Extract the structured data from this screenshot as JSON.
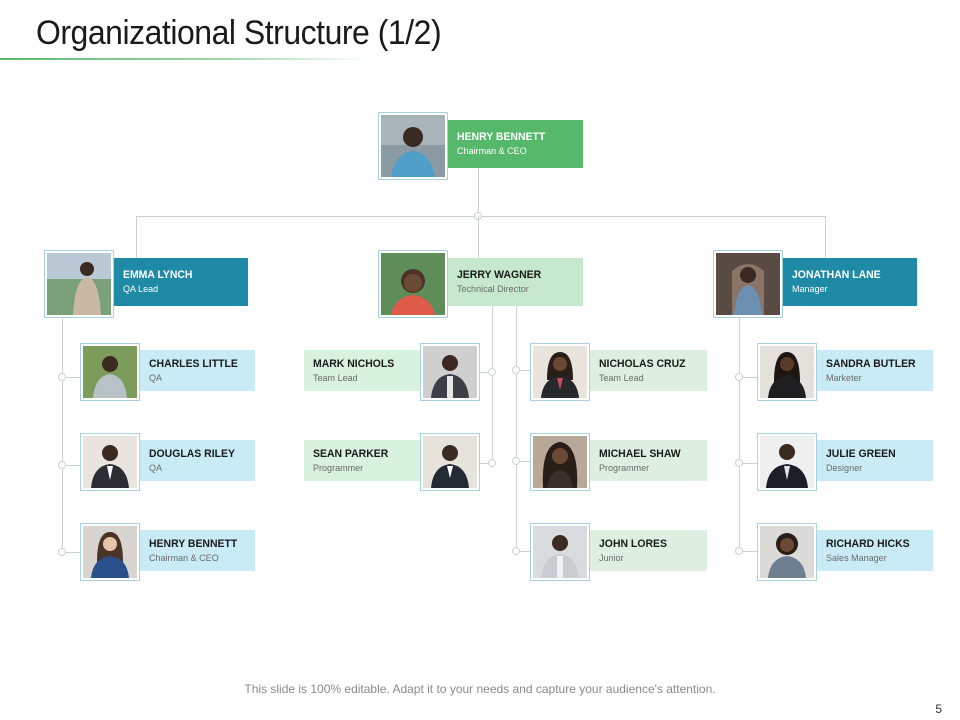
{
  "slide": {
    "title": "Organizational Structure (1/2)",
    "footer": "This slide is 100% editable. Adapt it to your needs and capture your audience's attention.",
    "page_number": "5"
  },
  "colors": {
    "accent_green": "#55b86a",
    "accent_teal": "#1f8aa6",
    "light_green": "#c6e9cd",
    "light_blue": "#c9ebf5",
    "connector": "#c9d2d6"
  },
  "ceo": {
    "name": "HENRY BENNETT",
    "role": "Chairman & CEO",
    "photo_icon": "person-photo-icon"
  },
  "managers": [
    {
      "name": "EMMA LYNCH",
      "role": "QA Lead",
      "photo_icon": "person-photo-icon"
    },
    {
      "name": "JERRY WAGNER",
      "role": "Technical Director",
      "photo_icon": "person-photo-icon"
    },
    {
      "name": "JONATHAN LANE",
      "role": "Manager",
      "photo_icon": "person-photo-icon"
    }
  ],
  "qa_team": [
    {
      "name": "CHARLES LITTLE",
      "role": "QA"
    },
    {
      "name": "DOUGLAS RILEY",
      "role": "QA"
    },
    {
      "name": "HENRY BENNETT",
      "role": "Chairman & CEO"
    }
  ],
  "tech_left": [
    {
      "name": "MARK NICHOLS",
      "role": "Team Lead"
    },
    {
      "name": "SEAN PARKER",
      "role": "Programmer"
    }
  ],
  "tech_right": [
    {
      "name": "NICHOLAS CRUZ",
      "role": "Team Lead"
    },
    {
      "name": "MICHAEL SHAW",
      "role": "Programmer"
    },
    {
      "name": "JOHN LORES",
      "role": "Junior"
    }
  ],
  "mgmt_team": [
    {
      "name": "SANDRA BUTLER",
      "role": "Marketer"
    },
    {
      "name": "JULIE GREEN",
      "role": "Designer"
    },
    {
      "name": "RICHARD HICKS",
      "role": "Sales Manager"
    }
  ]
}
